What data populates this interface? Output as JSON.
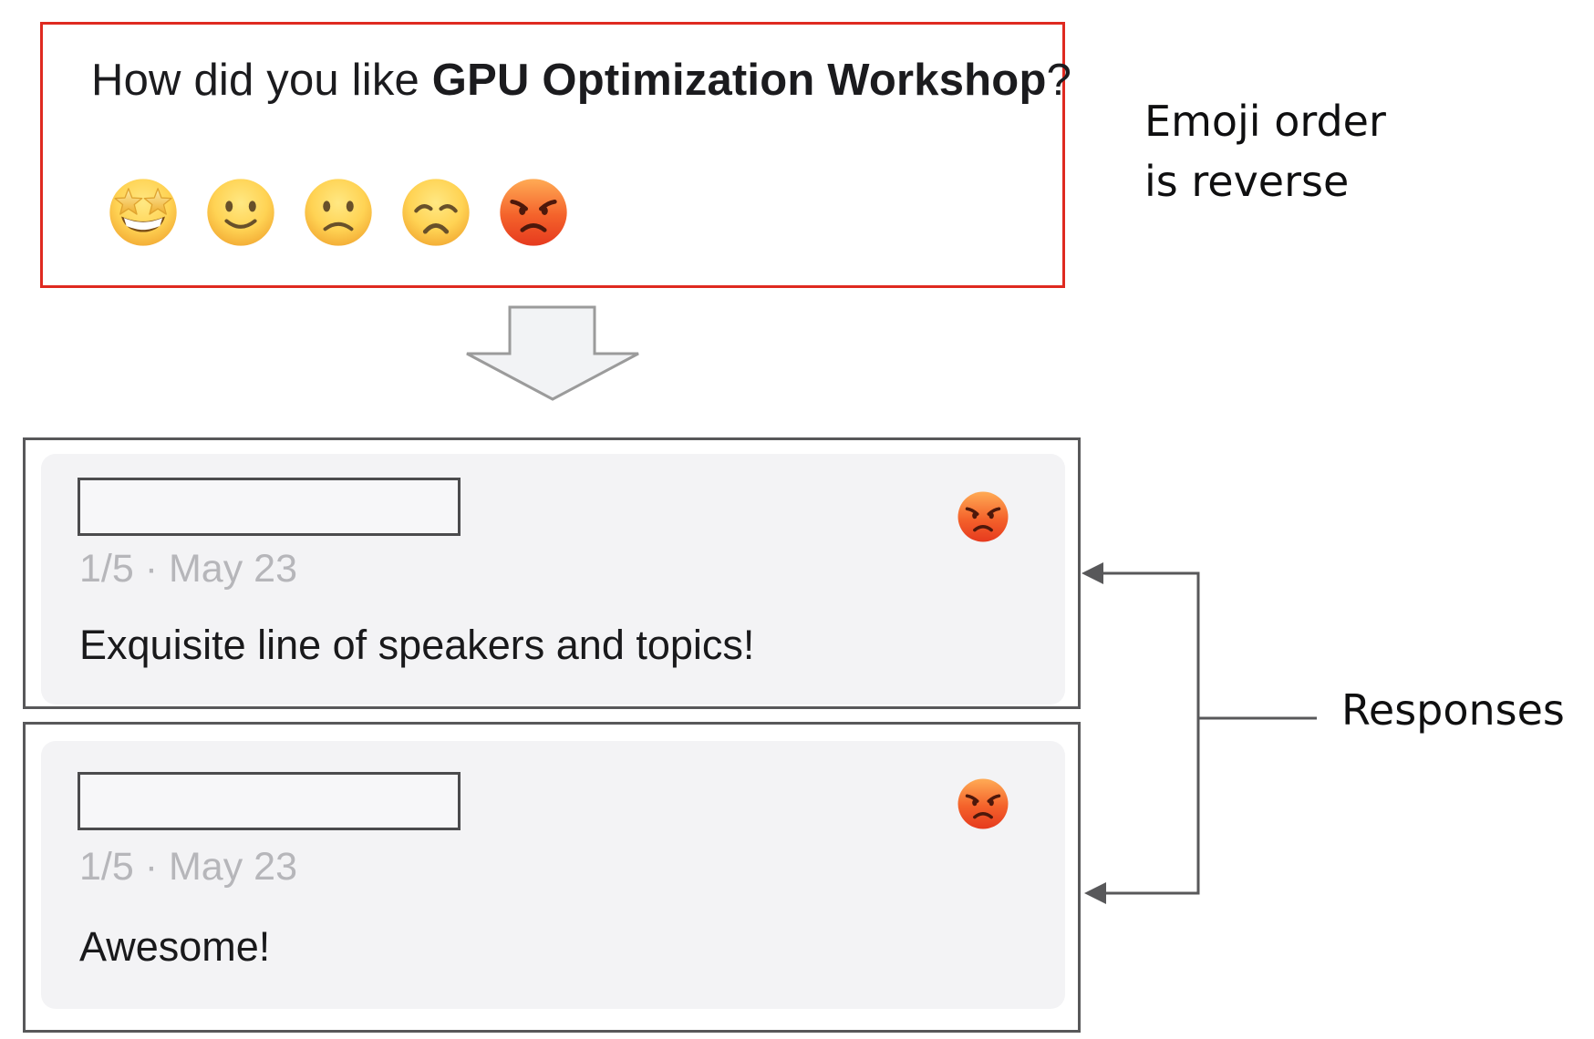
{
  "survey": {
    "question_prefix": "How did you like ",
    "question_highlight": "GPU Optimization Workshop",
    "question_suffix": "?",
    "emoji_scale": [
      {
        "name": "star-struck-emoji"
      },
      {
        "name": "slightly-smiling-emoji"
      },
      {
        "name": "slightly-frowning-emoji"
      },
      {
        "name": "disappointed-emoji"
      },
      {
        "name": "angry-emoji"
      }
    ]
  },
  "annotations": {
    "emoji_order_note_line1": "Emoji order",
    "emoji_order_note_line2": "is reverse",
    "responses_label": "Responses"
  },
  "responses": [
    {
      "meta": "1/5 · May 23",
      "comment": "Exquisite line of speakers and topics!",
      "emoji": "angry-emoji"
    },
    {
      "meta": "1/5 · May 23",
      "comment": "Awesome!",
      "emoji": "angry-emoji"
    }
  ],
  "colors": {
    "highlight_border": "#df2a20",
    "card_border": "#58585a",
    "panel_bg": "#f3f3f5",
    "muted_text": "#b6b6ba",
    "body_text": "#19191b",
    "connector": "#58585a",
    "down_arrow_fill": "#f2f3f5",
    "down_arrow_stroke": "#9b9b9b"
  }
}
